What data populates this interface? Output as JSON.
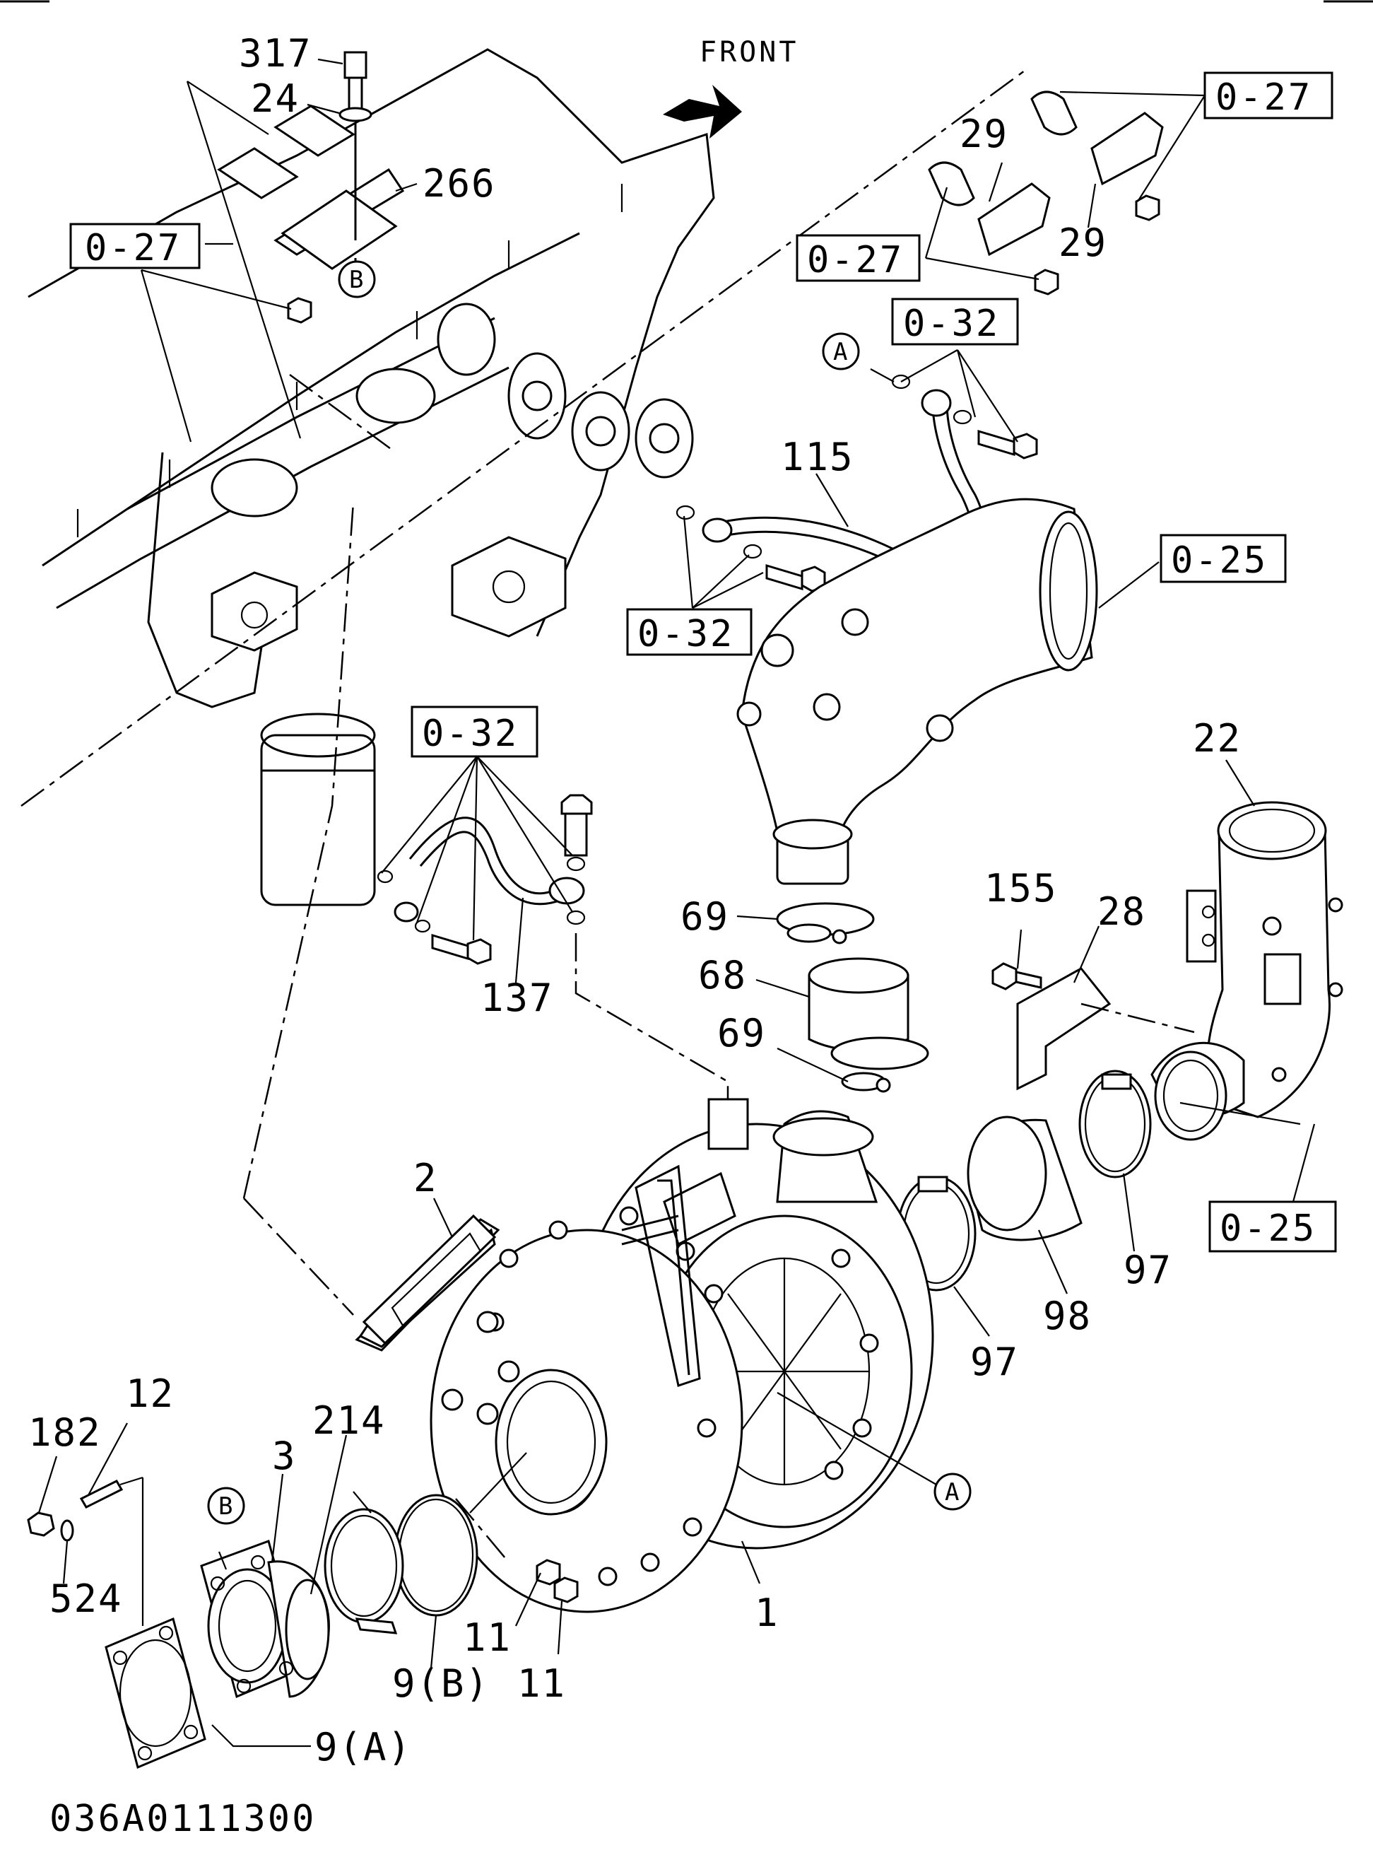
{
  "diagram": {
    "front_label": "FRONT",
    "code": "036A0111300",
    "callouts": {
      "c317": "317",
      "c24": "24",
      "c266": "266",
      "c29a": "29",
      "c29b": "29",
      "c115": "115",
      "c22": "22",
      "c155": "155",
      "c28": "28",
      "c69a": "69",
      "c68": "68",
      "c69b": "69",
      "c137": "137",
      "c2": "2",
      "c12": "12",
      "c182": "182",
      "c214": "214",
      "c3": "3",
      "c524": "524",
      "c97a": "97",
      "c98": "98",
      "c97b": "97",
      "c1": "1",
      "c11a": "11",
      "c11b": "11",
      "c9b": "9(B)",
      "c9a": "9(A)"
    },
    "references": {
      "r027a": "0-27",
      "r027b": "0-27",
      "r027c": "0-27",
      "r032a": "0-32",
      "r032b": "0-32",
      "r032c": "0-32",
      "r025a": "0-25",
      "r025b": "0-25"
    },
    "markers": {
      "mA1": "A",
      "mA2": "A",
      "mB1": "B",
      "mB2": "B"
    }
  }
}
